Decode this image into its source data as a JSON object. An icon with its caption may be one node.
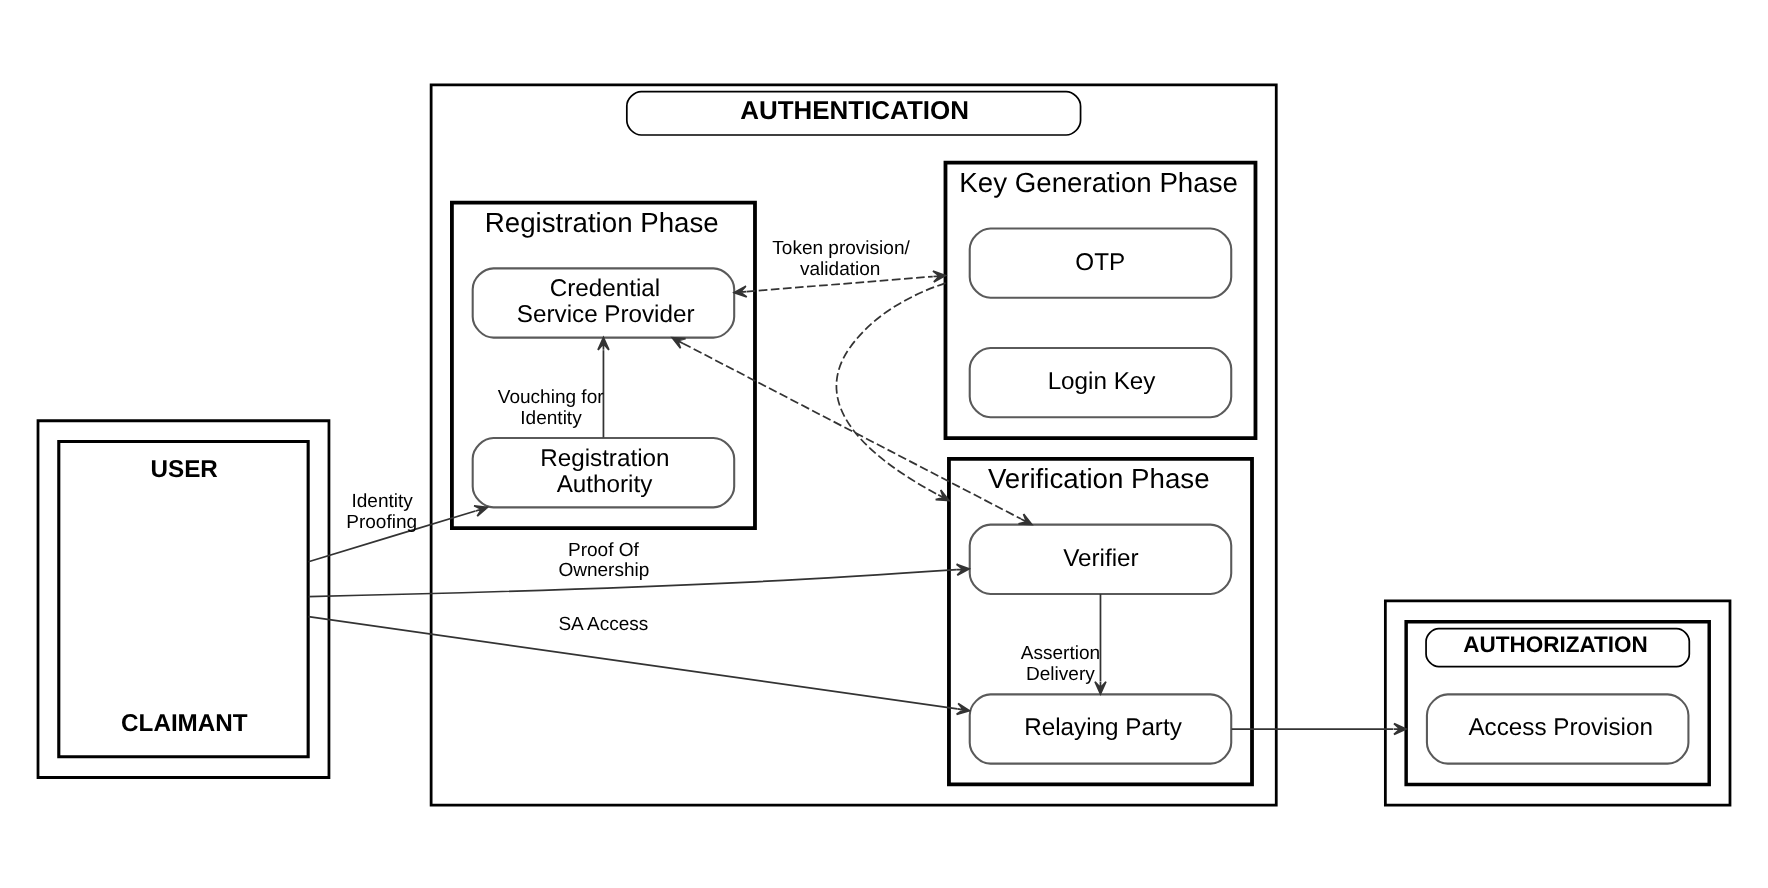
{
  "diagram": {
    "nodes": [
      {
        "text": [],
        "shape": "box"
      },
      {
        "text": [
          "USER",
          "CLAIMANT"
        ],
        "in": 0
      },
      {
        "text": [
          "AUTHENTICATION"
        ]
      },
      {
        "text": [
          "Registration Phase"
        ],
        "in": 2
      },
      {
        "text": [
          "Registration Authority"
        ],
        "in": 3
      },
      {
        "text": [
          "Credential Service Provider"
        ],
        "in": 3
      },
      {
        "text": [
          "Key Generation Phase"
        ],
        "in": 2
      },
      {
        "text": [
          "OTP"
        ],
        "in": 6
      },
      {
        "text": [
          "Login Key"
        ],
        "in": 6
      },
      {
        "text": [
          "Verification Phase"
        ],
        "in": 2
      },
      {
        "text": [
          "Verifier"
        ],
        "in": 9
      },
      {
        "text": [
          "Relaying Party"
        ],
        "in": 9
      },
      {
        "text": [],
        "shape": "box"
      },
      {
        "text": [
          "AUTHORIZATION"
        ],
        "in": 12
      },
      {
        "text": [
          "Access Provision"
        ],
        "in": 13
      }
    ],
    "edges": [
      {
        "from": 1,
        "to": 4,
        "arrow": "to",
        "label": "Identity Proofing"
      },
      {
        "from": 4,
        "to": 5,
        "arrow": "to",
        "label": "Vouching for Identity"
      },
      {
        "from": 5,
        "to": 6,
        "arrow": "both",
        "label": "Token provision/ validation",
        "style": "dashed"
      },
      {
        "from": 5,
        "to": 10,
        "arrow": "both",
        "style": "dashed"
      },
      {
        "from": 6,
        "to": 9,
        "arrow": "to",
        "style": "dashed"
      },
      {
        "from": 1,
        "to": 10,
        "arrow": "to",
        "label": "Proof Of Ownership"
      },
      {
        "from": 1,
        "to": 11,
        "arrow": "to",
        "label": "SA Access"
      },
      {
        "from": 10,
        "to": 11,
        "arrow": "to",
        "label": "Assertion Delivery"
      },
      {
        "from": 11,
        "to": 13,
        "arrow": "to"
      }
    ]
  }
}
